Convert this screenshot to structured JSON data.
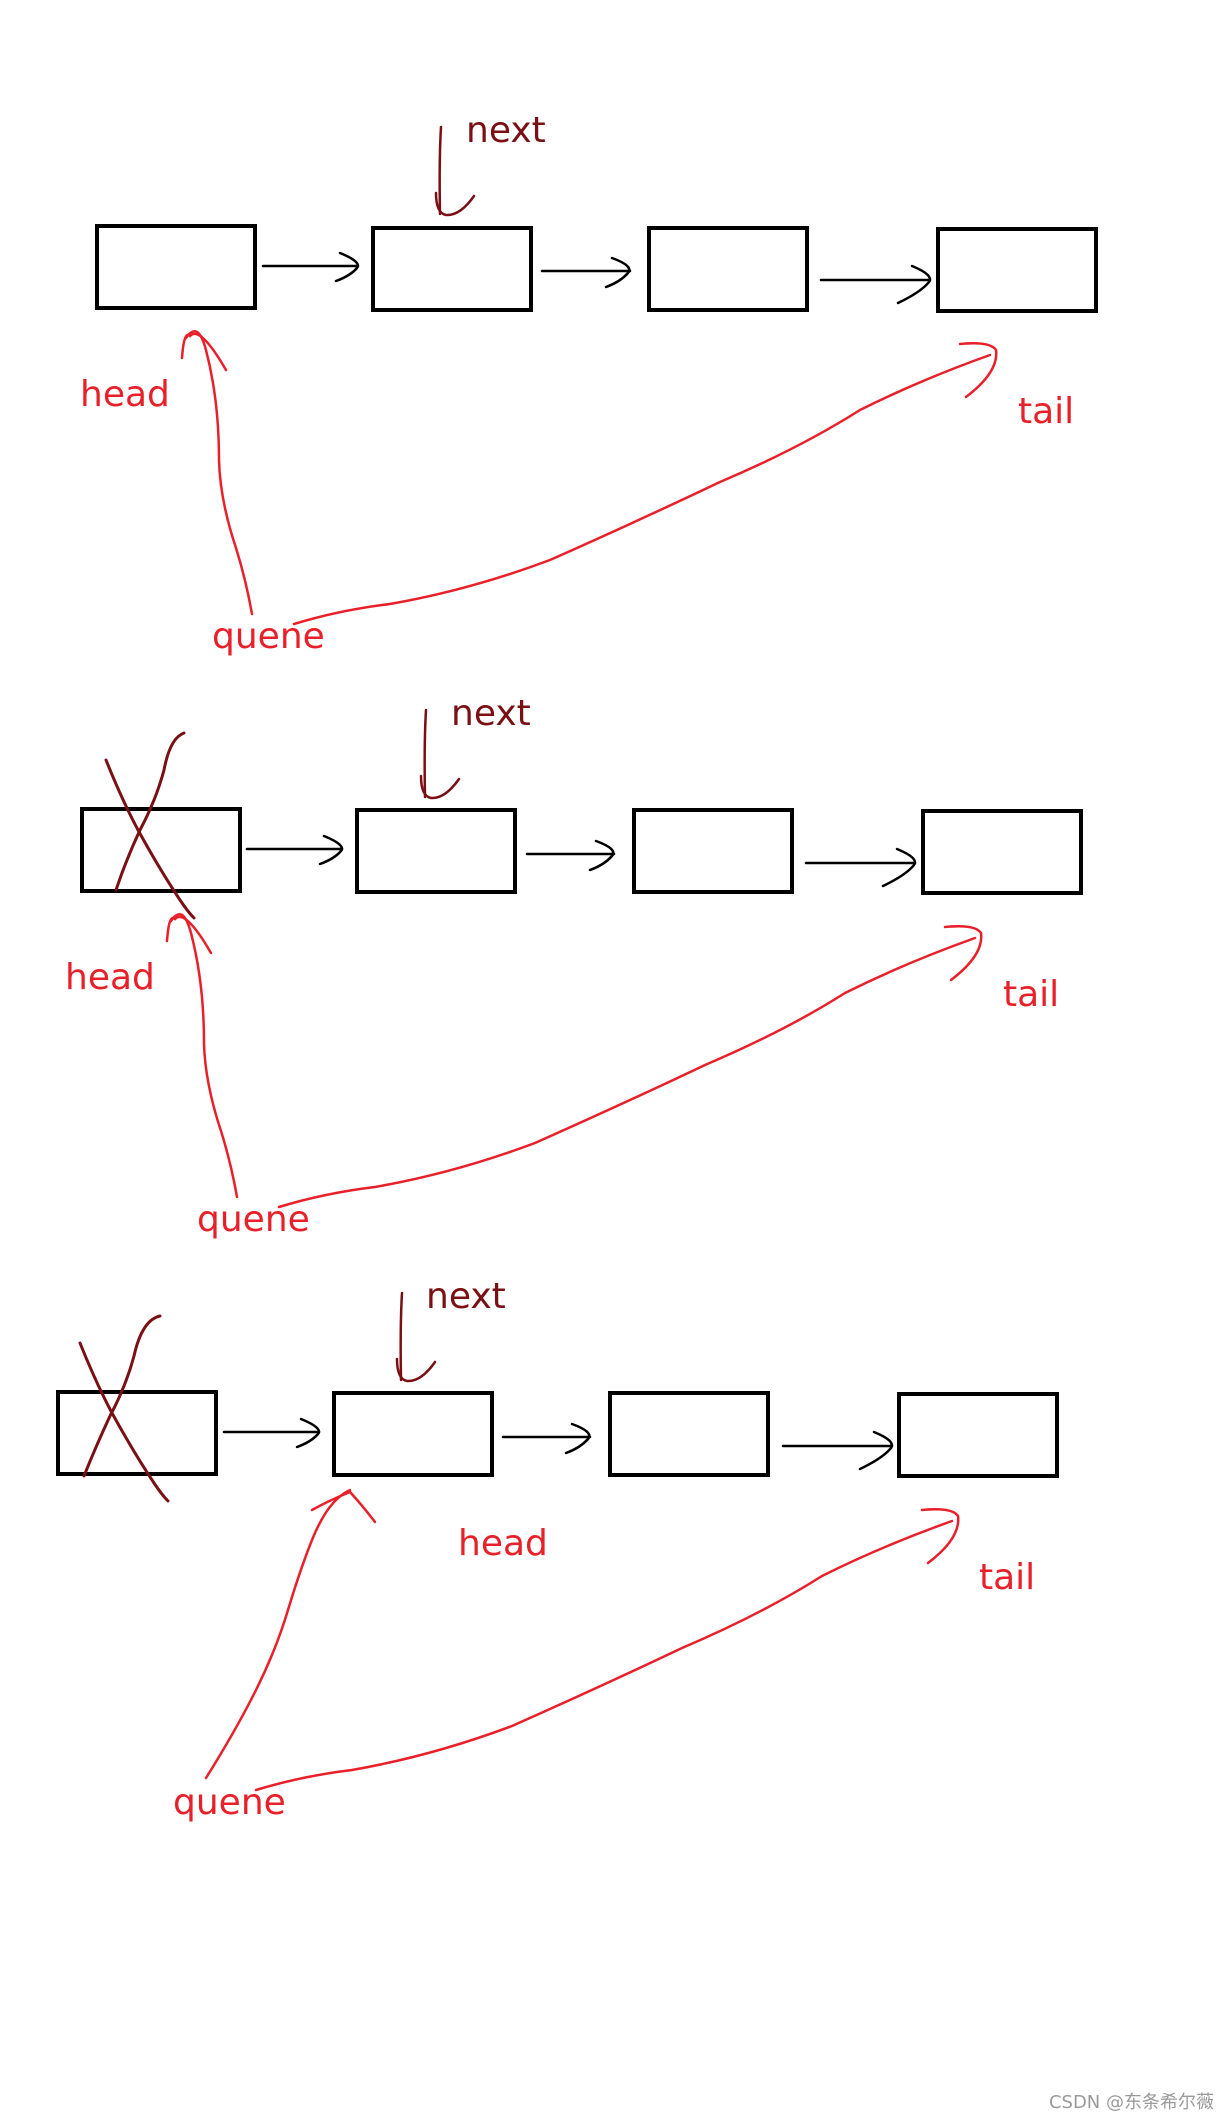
{
  "colors": {
    "box_stroke": "#000000",
    "arrow_black": "#000000",
    "annotation_red": "#e8202a",
    "next_dark": "#7a0f14",
    "watermark": "#9a9a9a"
  },
  "panels": [
    {
      "next_label": "next",
      "head_label": "head",
      "tail_label": "tail",
      "queue_label": "quene",
      "crossed_nodes": 0
    },
    {
      "next_label": "next",
      "head_label": "head",
      "tail_label": "tail",
      "queue_label": "quene",
      "crossed_nodes": 1
    },
    {
      "next_label": "next",
      "head_label": "head",
      "tail_label": "tail",
      "queue_label": "quene",
      "crossed_nodes": 1
    }
  ],
  "watermark": "CSDN @东条希尔薇"
}
